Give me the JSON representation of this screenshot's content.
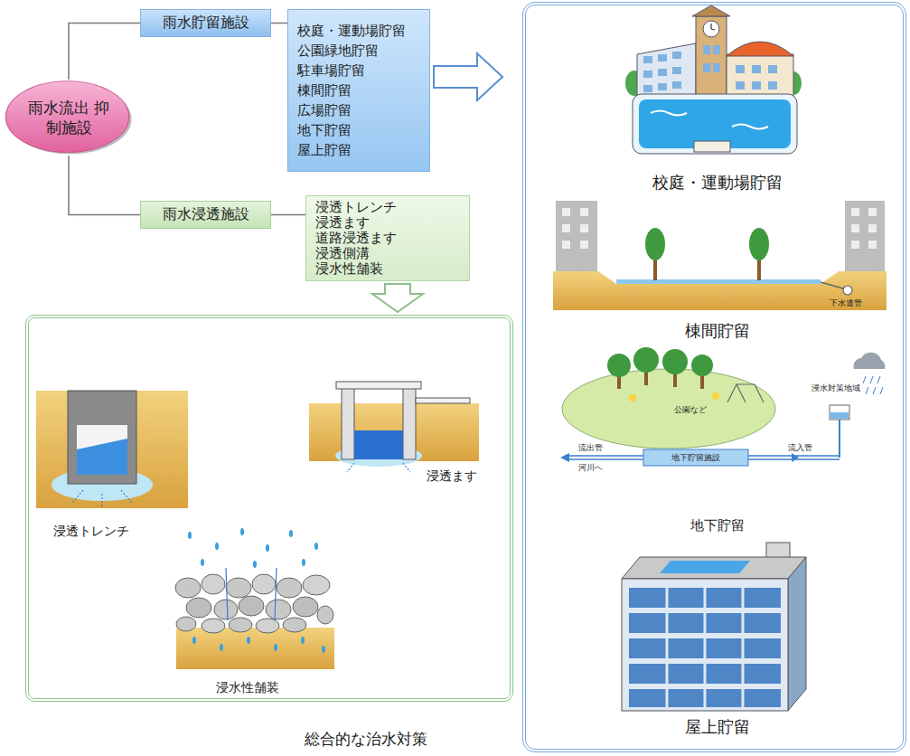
{
  "diagram": {
    "caption": "総合的な治水対策",
    "nodes": [
      {
        "text": [
          "雨水流出 抑制施設"
        ]
      },
      {
        "text": [
          "雨水貯留施設"
        ]
      },
      {
        "text": [
          "校庭・運動場貯留",
          "公園緑地貯留",
          "駐車場貯留",
          "棟間貯留",
          "広場貯留",
          "地下貯留",
          "屋上貯留"
        ]
      },
      {
        "text": [
          "雨水浸透施設"
        ]
      },
      {
        "text": [
          "浸透トレンチ",
          "浸透ます",
          "道路浸透ます",
          "浸透側溝",
          "浸水性舗装"
        ]
      },
      {
        "text": [
          "校庭・運動場貯留",
          "棟間貯留",
          "地下貯留",
          "屋上貯留"
        ]
      },
      {
        "text": [
          "浸透トレンチ",
          "浸透ます",
          "浸水性舗装"
        ]
      }
    ],
    "edges": [
      {
        "from": 0,
        "to": 1,
        "arrow": "none"
      },
      {
        "from": 0,
        "to": 3,
        "arrow": "none"
      },
      {
        "from": 1,
        "to": 2,
        "arrow": "none"
      },
      {
        "from": 3,
        "to": 4,
        "arrow": "none"
      },
      {
        "from": 2,
        "to": 5,
        "arrow": "to"
      },
      {
        "from": 4,
        "to": 6,
        "arrow": "to"
      }
    ],
    "labels": [
      "下水道管",
      "浸水対策地域",
      "公園など",
      "地下貯留施設",
      "流出管",
      "流入管",
      "河川へ"
    ]
  }
}
